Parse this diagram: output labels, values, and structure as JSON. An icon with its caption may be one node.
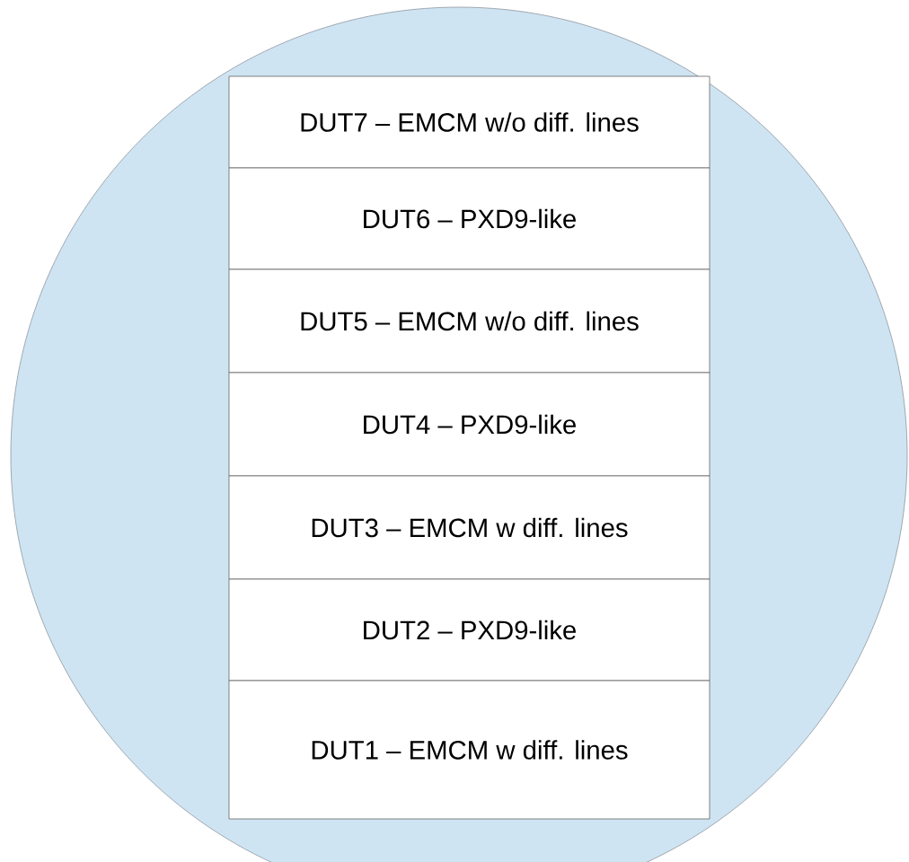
{
  "diagram": {
    "nodes": [
      {
        "text": [],
        "shape": "circle"
      },
      {
        "text": [
          "DUT7 – EMCM w/o diff. lines"
        ],
        "in": 0
      },
      {
        "text": [
          "DUT6 – PXD9-like"
        ],
        "in": 0
      },
      {
        "text": [
          "DUT5 – EMCM w/o diff. lines"
        ],
        "in": 0
      },
      {
        "text": [
          "DUT4 – PXD9-like"
        ],
        "in": 0
      },
      {
        "text": [
          "DUT3 – EMCM w diff. lines"
        ],
        "in": 0
      },
      {
        "text": [
          "DUT2 – PXD9-like"
        ],
        "in": 0
      },
      {
        "text": [
          "DUT1 – EMCM w diff. lines"
        ],
        "in": 0
      }
    ]
  }
}
